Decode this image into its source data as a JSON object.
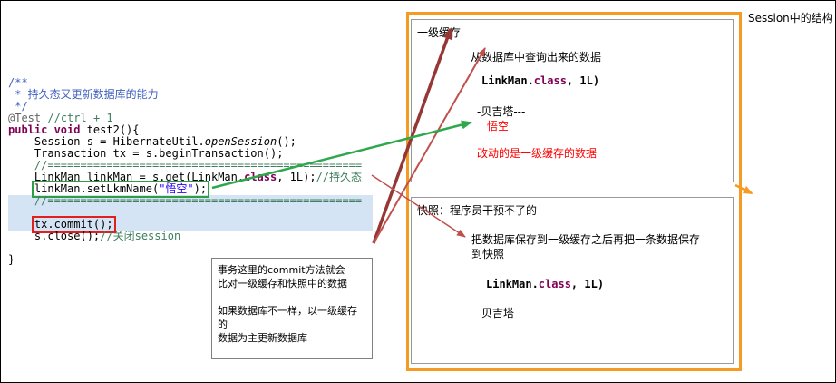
{
  "colors": {
    "orange_border": "#F59A23",
    "inner_box_border": "#999999",
    "maroon_arrow": "#953735",
    "red_arrow": "#C0504D",
    "green_arrow": "#2EA84C",
    "green_highlight_box": "#2E9E44",
    "red_highlight_box": "#E01F1F",
    "selection_band": "#D4E4F5",
    "string_blue": "#2A00FF",
    "keyword_purple": "#7F0055",
    "comment_green": "#3F7F5F",
    "doc_comment_blue": "#3F5FBF",
    "red_text": "#FF0000"
  },
  "code": {
    "lines": [
      {
        "seg": [
          [
            "/**",
            "doc"
          ]
        ]
      },
      {
        "seg": [
          [
            " * 持久态又更新数据库的能力",
            "doc"
          ]
        ]
      },
      {
        "seg": [
          [
            " */",
            "doc"
          ]
        ]
      },
      {
        "seg": [
          [
            "@Test ",
            "ann"
          ],
          [
            "//",
            "cmt"
          ],
          [
            "ctrl",
            "cmt u"
          ],
          [
            " + 1",
            "cmt"
          ]
        ]
      },
      {
        "seg": [
          [
            "public void ",
            "kw"
          ],
          [
            "test2(){",
            "p"
          ]
        ]
      },
      {
        "seg": [
          [
            "    Session s = HibernateUtil.",
            "p"
          ],
          [
            "openSession",
            "p it"
          ],
          [
            "();",
            "p"
          ]
        ]
      },
      {
        "seg": [
          [
            "    Transaction tx = s.beginTransaction();",
            "p"
          ]
        ]
      },
      {
        "seg": [
          [
            "    //================================================",
            "cmt"
          ]
        ]
      },
      {
        "seg": [
          [
            "    LinkMan linkMan = s.get(LinkMan.",
            "p"
          ],
          [
            "class",
            "kw"
          ],
          [
            ", 1L);",
            "p"
          ],
          [
            "//持久态",
            "cmt"
          ]
        ]
      },
      {
        "seg": [
          [
            "    ",
            "p"
          ],
          [
            "linkMan.setLkmName(",
            "p"
          ],
          [
            "\"悟空\"",
            "str"
          ],
          [
            ");",
            "p"
          ]
        ],
        "box": {
          "color": "green",
          "from": 1
        }
      },
      {
        "seg": [
          [
            "    //================================================",
            "cmt"
          ]
        ],
        "sel": true
      },
      {
        "seg": [],
        "sel": true
      },
      {
        "seg": [
          [
            "    ",
            "p"
          ],
          [
            "tx.commit();",
            "p"
          ]
        ],
        "sel": true,
        "box": {
          "color": "red",
          "from": 1
        }
      },
      {
        "seg": [
          [
            "    s.close();",
            "p"
          ],
          [
            "//关闭session",
            "cmt"
          ]
        ]
      },
      {
        "seg": []
      },
      {
        "seg": [
          [
            "}",
            "p"
          ]
        ]
      }
    ]
  },
  "session_structure": {
    "outer_label": "Session中的结构",
    "cache_box": {
      "title": "一级缓存",
      "desc": "从数据库中查询出来的数据",
      "code_pre": "LinkMan.",
      "code_kw": "class",
      "code_post": ", 1L)",
      "old_value": "-贝吉塔---",
      "new_value": "悟空",
      "note": "改动的是一级缓存的数据"
    },
    "snapshot_box": {
      "title": "快照：程序员干预不了的",
      "desc": "把数据库保存到一级缓存之后再把一条数据保存到快照",
      "code_pre": "LinkMan.",
      "code_kw": "class",
      "code_post": ", 1L)",
      "value": "贝吉塔"
    }
  },
  "note_box": {
    "lines": [
      "事务这里的commit方法就会",
      "比对一级缓存和快照中的数据",
      "",
      "如果数据库不一样，以一级缓存的",
      "数据为主更新数据库"
    ]
  }
}
